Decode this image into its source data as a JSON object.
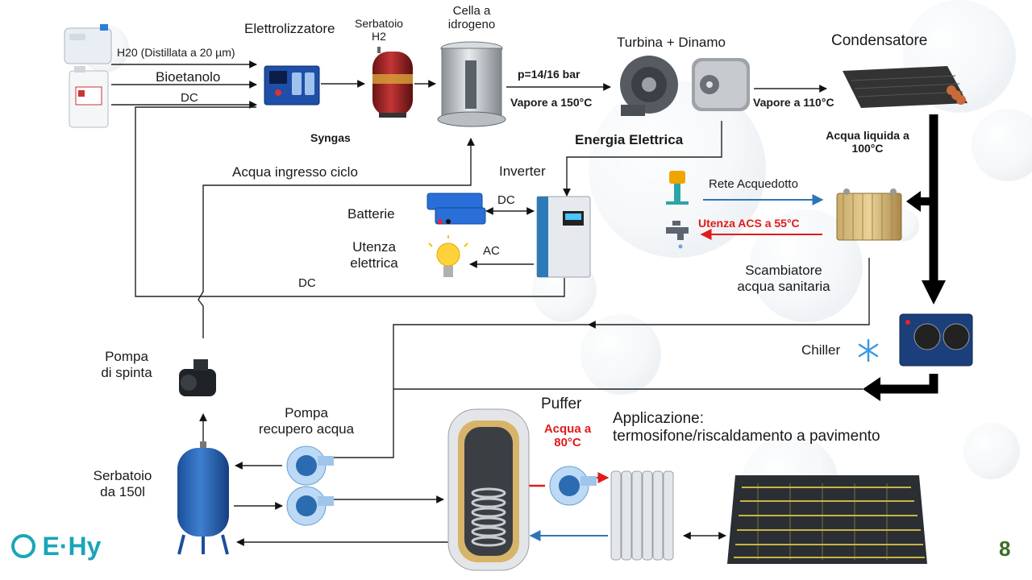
{
  "labels": {
    "h2o": "H20 (Distillata a 20 µm)",
    "bioetanolo": "Bioetanolo",
    "dc_top": "DC",
    "elettrolizzatore": "Elettrolizzatore",
    "serbatoio_h2_l1": "Serbatoio",
    "serbatoio_h2_l2": "H2",
    "cella_l1": "Cella a",
    "cella_l2": "idrogeno",
    "pressione": "p=14/16 bar",
    "vapore150": "Vapore a 150°C",
    "turbina": "Turbina + Dinamo",
    "vapore110": "Vapore a 110°C",
    "condensatore": "Condensatore",
    "syngas": "Syngas",
    "energia": "Energia Elettrica",
    "acqua_liquida_l1": "Acqua liquida a",
    "acqua_liquida_l2": "100°C",
    "acqua_ingresso": "Acqua ingresso ciclo",
    "inverter": "Inverter",
    "dc_batt": "DC",
    "batterie": "Batterie",
    "ac": "AC",
    "utenza_l1": "Utenza",
    "utenza_l2": "elettrica",
    "dc_bottom": "DC",
    "rete": "Rete Acquedotto",
    "utenza_acs": "Utenza ACS a 55°C",
    "scambiatore_l1": "Scambiatore",
    "scambiatore_l2": "acqua sanitaria",
    "chiller": "Chiller",
    "pompa_spinta_l1": "Pompa",
    "pompa_spinta_l2": "di spinta",
    "pompa_recupero_l1": "Pompa",
    "pompa_recupero_l2": "recupero acqua",
    "puffer": "Puffer",
    "acqua80_l1": "Acqua a",
    "acqua80_l2": "80°C",
    "applicazione_l1": "Applicazione:",
    "applicazione_l2": "termosifone/riscaldamento  a pavimento",
    "serbatoio150_l1": "Serbatoio",
    "serbatoio150_l2": "da 150l",
    "logo": "E·Hy",
    "page_number": "8"
  },
  "colors": {
    "accent_red": "#e01b1b",
    "pipe_blue": "#2e75b6",
    "logo_teal": "#1aa5b8",
    "thick_arrow": "#000000",
    "page_number": "#3b6e22"
  },
  "icons": [
    "water-canister-icon",
    "chemical-tank-icon",
    "electrolyzer-icon",
    "h2-tank-icon",
    "hydrogen-cell-icon",
    "turbine-icon",
    "dynamo-icon",
    "condenser-icon",
    "battery-icon",
    "bulb-icon",
    "inverter-icon",
    "water-tower-icon",
    "faucet-icon",
    "heat-exchanger-icon",
    "chiller-icon",
    "snowflake-icon",
    "booster-pump-icon",
    "expansion-tank-icon",
    "centrifugal-pump-icon",
    "puffer-tank-icon",
    "radiator-icon",
    "floor-heating-icon"
  ]
}
